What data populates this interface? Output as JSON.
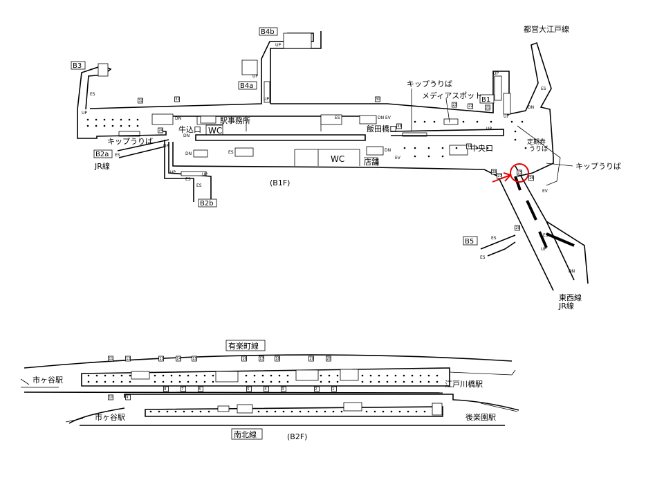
{
  "b1f": {
    "floor_label": "(B1F)",
    "exits": {
      "B1": "B1",
      "B2a": "B2a",
      "B2b": "B2b",
      "B3": "B3",
      "B4a": "B4a",
      "B4b": "B4b",
      "B5": "B5"
    },
    "labels": {
      "oedo_line": "都営大江戸線",
      "ticket_left": "キップうりば",
      "ticket_top": "キップうりば",
      "ticket_right": "キップうりば",
      "media_spot": "メディアスポット",
      "station_office": "駅事務所",
      "wc1": "WC",
      "wc2": "WC",
      "ushigome_exit": "牛込口",
      "iidabashi_exit": "飯田橋口",
      "central_exit": "中央口",
      "shop": "店舗",
      "pass_ticket_1": "定期券",
      "pass_ticket_2": "うりば",
      "jr_line_left": "JR線",
      "tozai_line": "東西線",
      "jr_line_right": "JR線"
    },
    "marks": {
      "up": "UP",
      "dn": "DN",
      "es": "ES",
      "ev": "EV"
    },
    "exit_numbers": [
      "32",
      "31",
      "30",
      "23",
      "22",
      "21",
      "24",
      "33",
      "34",
      "25",
      "26",
      "27",
      "28",
      "29"
    ],
    "highlight_color": "#e00000"
  },
  "b2f": {
    "floor_label": "(B2F)",
    "yurakucho_line": "有楽町線",
    "namboku_line": "南北線",
    "ichigaya_1": "市ヶ谷駅",
    "ichigaya_2": "市ヶ谷駅",
    "edogawabashi": "江戸川橋駅",
    "korakuen": "後楽園駅",
    "top_numbers": [
      "11",
      "12",
      "13",
      "14",
      "15",
      "16",
      "17",
      "18",
      "19",
      "20"
    ],
    "bottom_numbers": [
      "10",
      "9",
      "8",
      "7",
      "6",
      "5",
      "4",
      "3",
      "2",
      "1"
    ]
  }
}
